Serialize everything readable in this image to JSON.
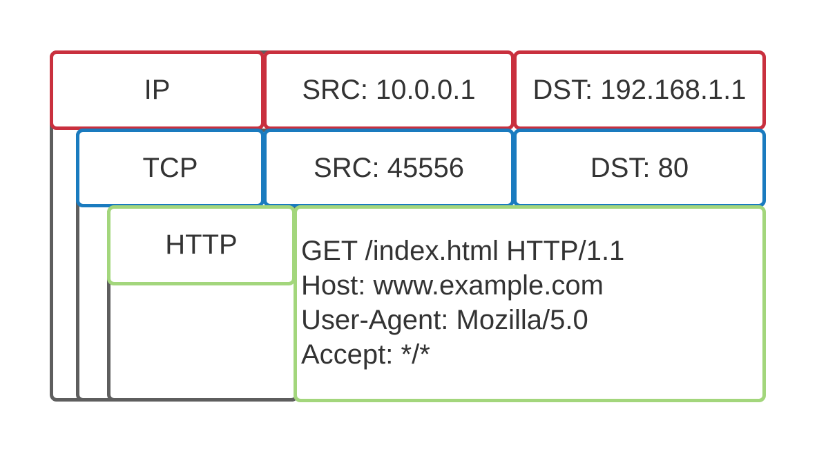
{
  "colors": {
    "ip": "#c9303e",
    "tcp": "#1a7bbf",
    "http": "#a3d67c",
    "outline": "#5e5e5e",
    "text": "#333333"
  },
  "ip": {
    "label": "IP",
    "src": "SRC: 10.0.0.1",
    "dst": "DST: 192.168.1.1"
  },
  "tcp": {
    "label": "TCP",
    "src": "SRC: 45556",
    "dst": "DST: 80"
  },
  "http": {
    "label": "HTTP",
    "request_lines": [
      "GET /index.html HTTP/1.1",
      "Host: www.example.com",
      "User-Agent: Mozilla/5.0",
      "Accept: */*"
    ]
  }
}
